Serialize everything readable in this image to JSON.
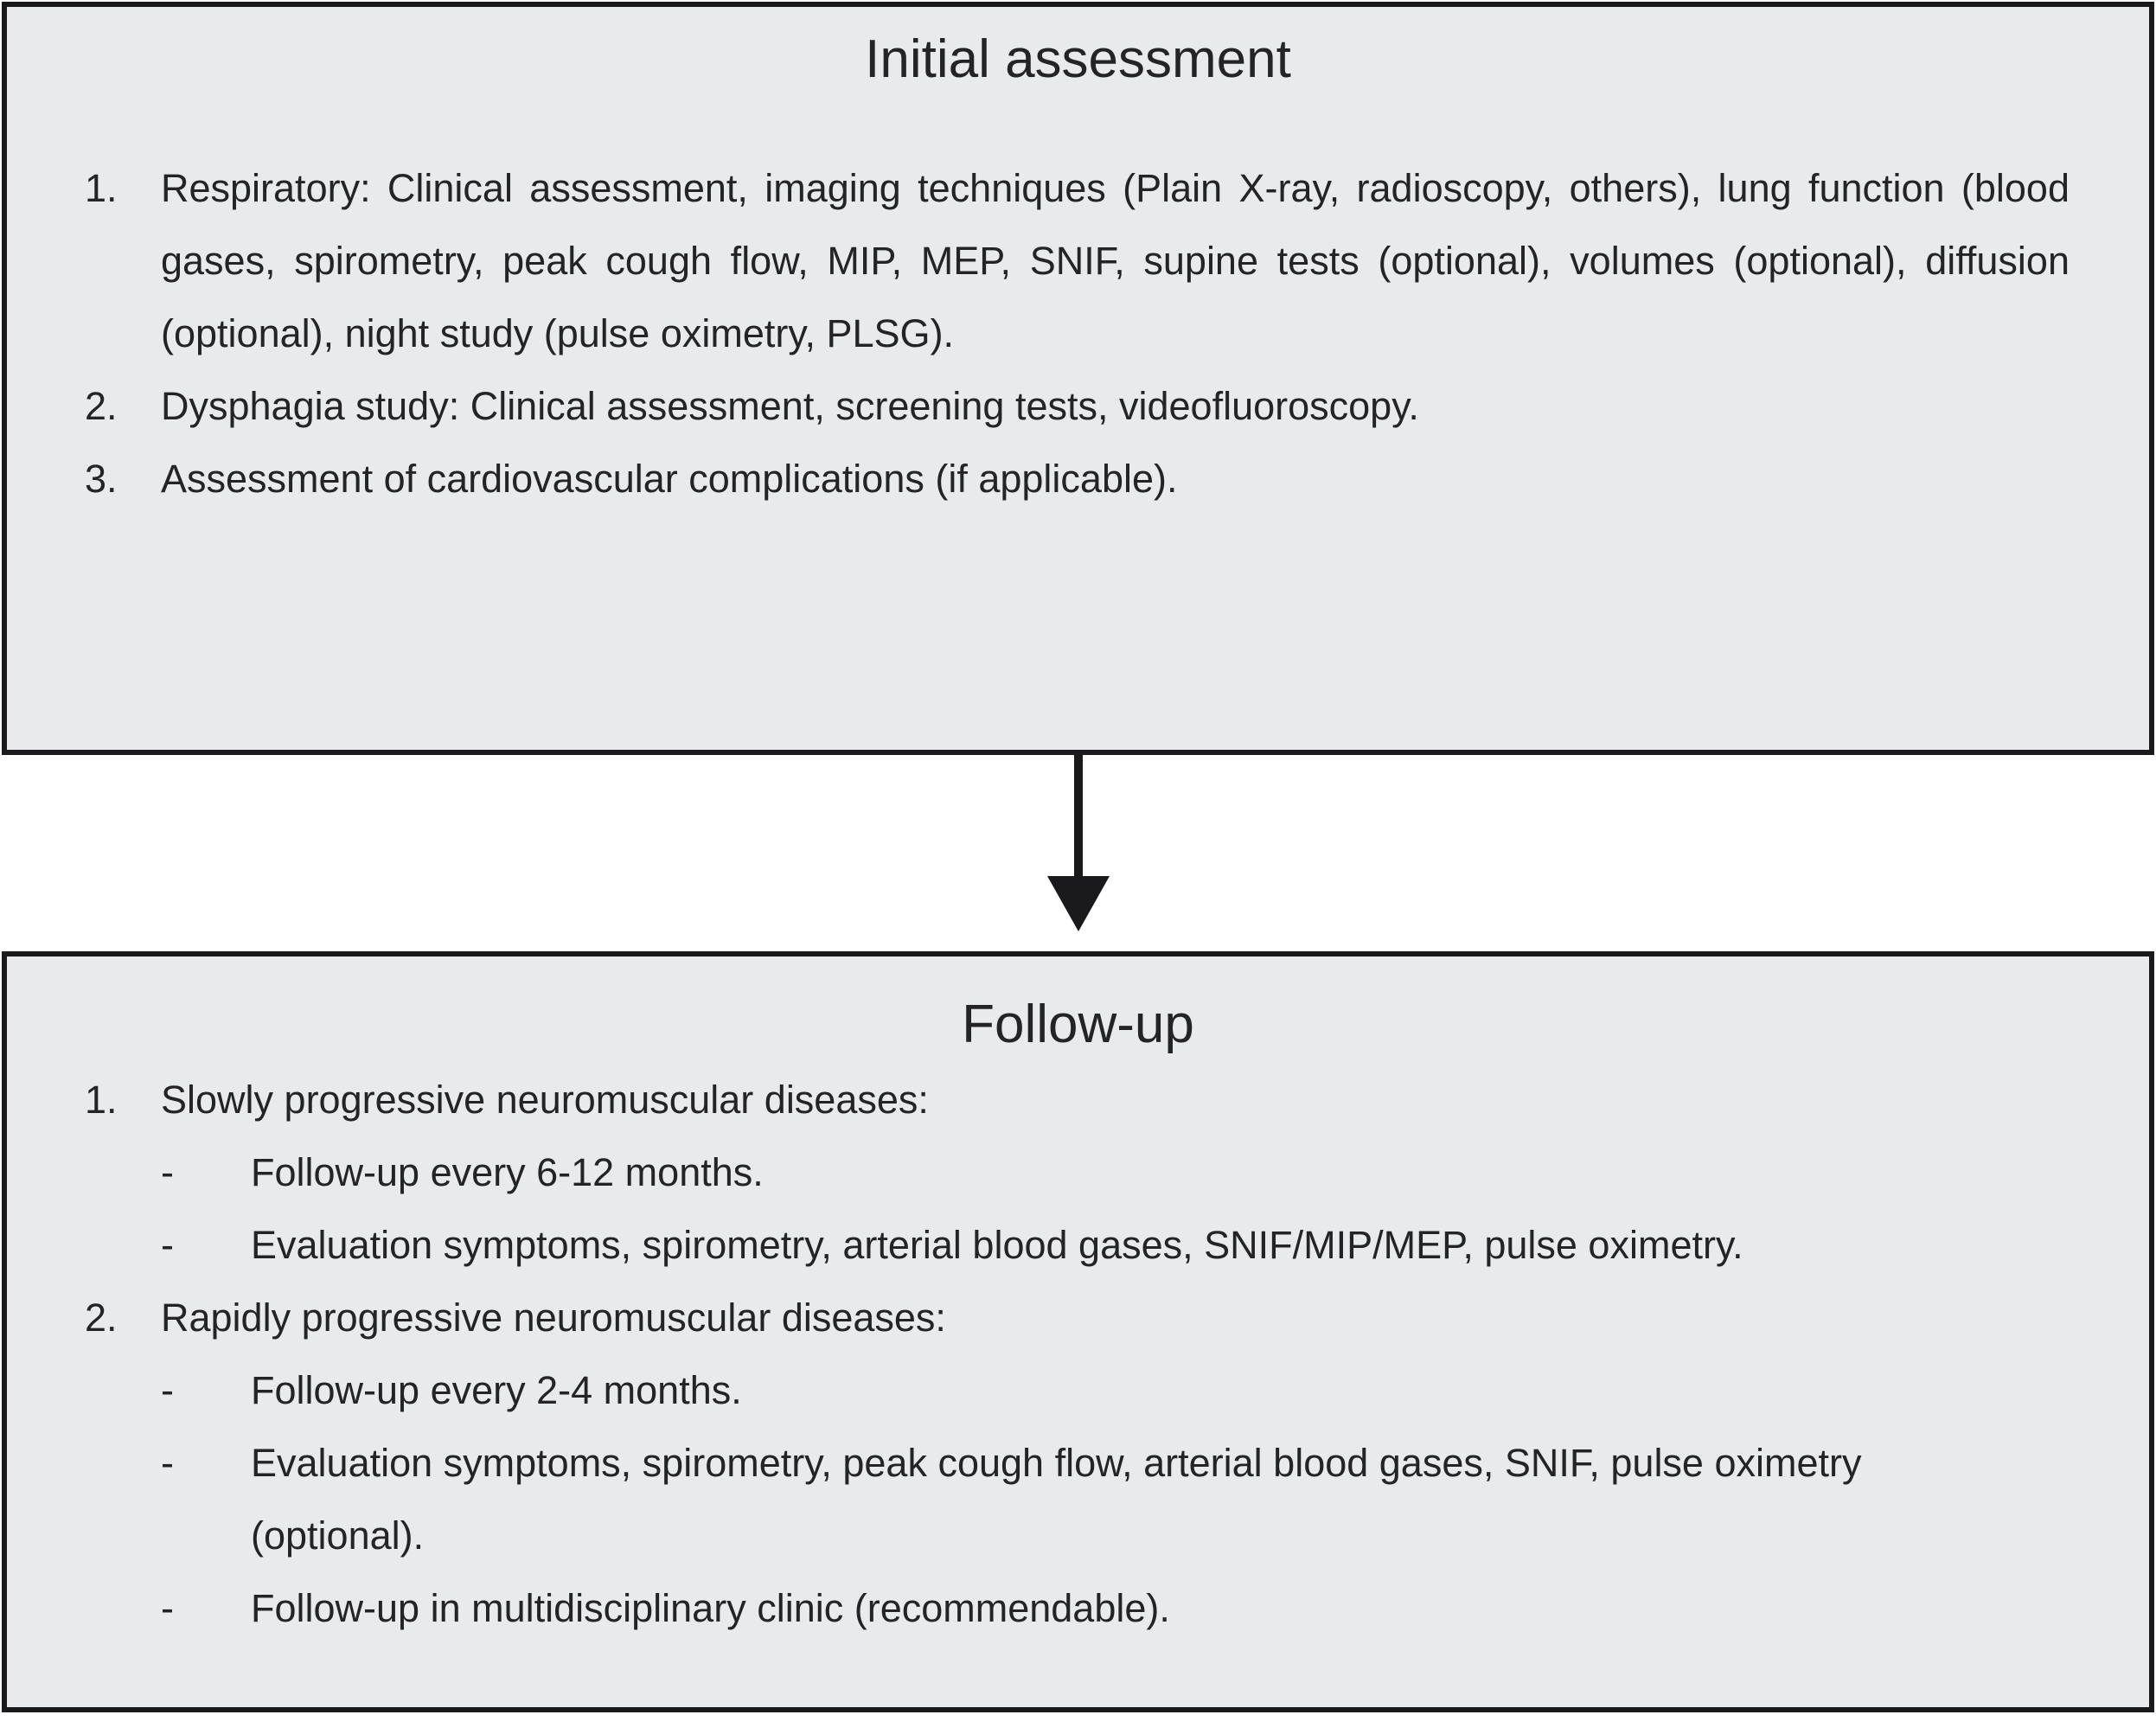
{
  "colors": {
    "box_fill": "#e8eaec",
    "border": "#1a1a1c",
    "text": "#242427",
    "page_background": "#ffffff"
  },
  "top_box": {
    "title": "Initial assessment",
    "items": [
      {
        "number": "1.",
        "text": "Respiratory: Clinical assessment, imaging techniques (Plain X-ray, radioscopy, others), lung function (blood gases, spirometry, peak cough flow, MIP, MEP, SNIF, supine tests (optional), volumes (optional), diffusion (optional), night study (pulse oximetry, PLSG)."
      },
      {
        "number": "2.",
        "text": "Dysphagia study: Clinical assessment, screening tests, videofluoroscopy."
      },
      {
        "number": "3.",
        "text": "Assessment of cardiovascular complications (if applicable)."
      }
    ]
  },
  "bottom_box": {
    "title": "Follow-up",
    "items": [
      {
        "number": "1.",
        "text": "Slowly progressive neuromuscular diseases:",
        "sub_items": [
          {
            "bullet": "-",
            "text": "Follow-up every 6-12 months."
          },
          {
            "bullet": "-",
            "text": "Evaluation symptoms, spirometry, arterial blood gases, SNIF/MIP/MEP, pulse oximetry."
          }
        ]
      },
      {
        "number": "2.",
        "text": "Rapidly progressive neuromuscular diseases:",
        "sub_items": [
          {
            "bullet": "-",
            "text": "Follow-up every 2-4 months."
          },
          {
            "bullet": "-",
            "text": "Evaluation symptoms, spirometry, peak cough flow, arterial blood gases, SNIF, pulse oximetry (optional)."
          },
          {
            "bullet": "-",
            "text": "Follow-up in multidisciplinary clinic (recommendable)."
          }
        ]
      }
    ]
  }
}
